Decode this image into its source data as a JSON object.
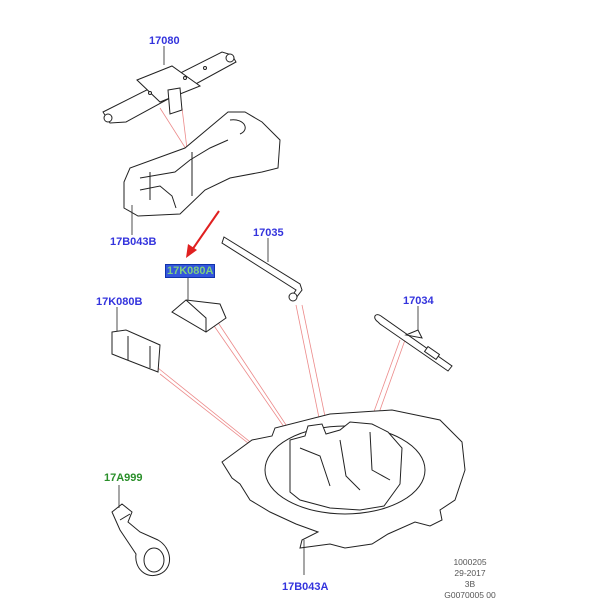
{
  "diagram": {
    "title": "Spare wheel jack and tool stowage exploded view",
    "callouts": [
      {
        "id": "17080",
        "label": "17080",
        "color": "blue",
        "part": "jack"
      },
      {
        "id": "17B043B",
        "label": "17B043B",
        "color": "blue",
        "part": "jack-stowage-tray"
      },
      {
        "id": "17035",
        "label": "17035",
        "color": "blue",
        "part": "wheel-nut-wrench"
      },
      {
        "id": "17K080A",
        "label": "17K080A",
        "color": "green",
        "part": "tool-pouch",
        "highlighted": true
      },
      {
        "id": "17K080B",
        "label": "17K080B",
        "color": "blue",
        "part": "tool-bag"
      },
      {
        "id": "17034",
        "label": "17034",
        "color": "blue",
        "part": "jack-handle"
      },
      {
        "id": "17A999",
        "label": "17A999",
        "color": "green",
        "part": "towing-eye"
      },
      {
        "id": "17B043A",
        "label": "17B043A",
        "color": "blue",
        "part": "spare-wheel-tool-tray"
      }
    ],
    "reference": {
      "line1": "1000205",
      "line2": "29-2017",
      "line3": "3B",
      "line4": "G0070005 00"
    },
    "colors": {
      "callout_blue": "#3333dd",
      "callout_green": "#2a8f2a",
      "leader_red": "#e87070",
      "arrow_red": "#e02020",
      "highlight_box": "#3355dd"
    }
  }
}
